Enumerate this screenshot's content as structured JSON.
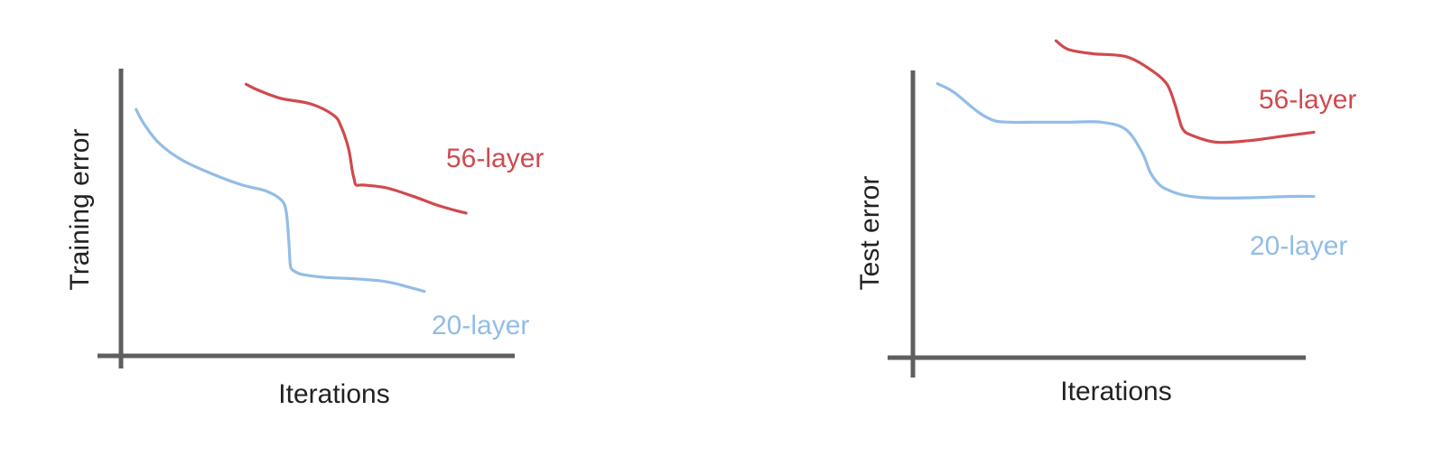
{
  "chart_data": [
    {
      "type": "line",
      "xlabel": "Iterations",
      "ylabel": "Training error",
      "xlim": [
        0,
        100
      ],
      "ylim": [
        0,
        100
      ],
      "grid": false,
      "series": [
        {
          "name": "56-layer",
          "color": "#cf4a4e",
          "x": [
            33,
            36,
            42,
            50,
            56,
            58,
            60,
            61,
            61.5,
            62,
            64,
            70,
            77,
            83,
            88,
            91
          ],
          "y": [
            97,
            95,
            92,
            90,
            86,
            82,
            74,
            66,
            63,
            61,
            61,
            60,
            57,
            54,
            52,
            51
          ]
        },
        {
          "name": "20-layer",
          "color": "#92bde6",
          "x": [
            4,
            6,
            10,
            16,
            24,
            32,
            38,
            42,
            43.5,
            44.2,
            44.6,
            45,
            46,
            48,
            54,
            62,
            70,
            76,
            80
          ],
          "y": [
            88,
            83,
            76,
            70,
            65,
            61,
            59,
            56,
            52,
            42,
            33,
            31,
            30,
            29,
            28,
            27.5,
            26.5,
            24.5,
            23
          ]
        }
      ]
    },
    {
      "type": "line",
      "xlabel": "Iterations",
      "ylabel": "Test error",
      "xlim": [
        0,
        100
      ],
      "ylim": [
        0,
        100
      ],
      "grid": false,
      "series": [
        {
          "name": "56-layer",
          "color": "#cf4a4e",
          "x": [
            35,
            38,
            44,
            52,
            58,
            62,
            64,
            65,
            66,
            68,
            74,
            82,
            90,
            98
          ],
          "y": [
            111,
            108,
            106.5,
            105.5,
            101,
            96,
            89,
            84,
            80,
            78,
            75.5,
            76,
            77.5,
            79
          ]
        },
        {
          "name": "20-layer",
          "color": "#92bde6",
          "x": [
            6,
            10,
            16,
            20,
            24,
            30,
            38,
            46,
            52,
            56,
            58,
            60,
            62,
            66,
            72,
            82,
            92,
            98
          ],
          "y": [
            96,
            93,
            86,
            83,
            82.5,
            82.5,
            82.5,
            82.5,
            80,
            72,
            65,
            61,
            59,
            57,
            56,
            56,
            56.5,
            56.5
          ]
        }
      ]
    }
  ]
}
